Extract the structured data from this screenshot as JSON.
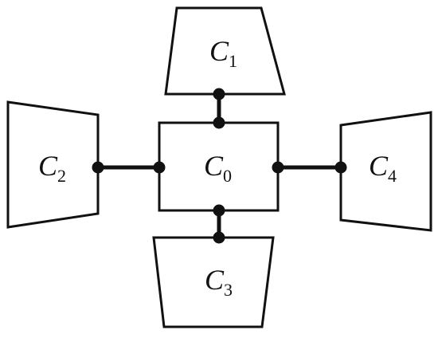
{
  "components": {
    "c0": {
      "letter": "C",
      "index": "0"
    },
    "c1": {
      "letter": "C",
      "index": "1"
    },
    "c2": {
      "letter": "C",
      "index": "2"
    },
    "c3": {
      "letter": "C",
      "index": "3"
    },
    "c4": {
      "letter": "C",
      "index": "4"
    }
  }
}
